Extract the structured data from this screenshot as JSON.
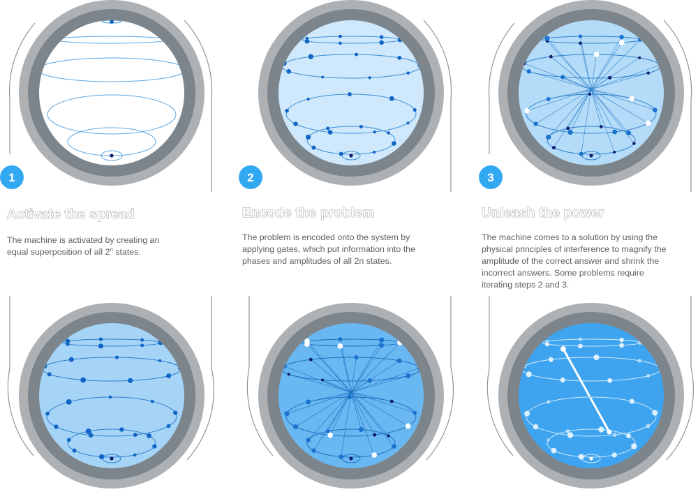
{
  "steps": [
    {
      "number": "1",
      "title": "Activate the spread",
      "description_before": "The machine is activated by creating an equal superposition of all 2",
      "description_sup": "n",
      "description_after": " states."
    },
    {
      "number": "2",
      "title": "Encode the problem",
      "description_before": "The problem is encoded onto the system by applying gates, which put information into the phases and amplitudes of all 2n states.",
      "description_sup": "",
      "description_after": ""
    },
    {
      "number": "3",
      "title": "Unleash the power",
      "description_before": "The machine comes to a solution by using the physical principles of interference to magnify the amplitude of the correct answer and shrink the incorrect answers. Some problems require iterating steps 2 and 3.",
      "description_sup": "",
      "description_after": ""
    }
  ],
  "colors": {
    "badge": "#33a8f2",
    "outer_ring": "#aeb1b4",
    "inner_ring": "#7c858c",
    "orbit_line": "#3b8fd6",
    "dot_blue": "#1165c4",
    "dot_navy": "#0b1d6b",
    "dot_white": "#ffffff"
  }
}
